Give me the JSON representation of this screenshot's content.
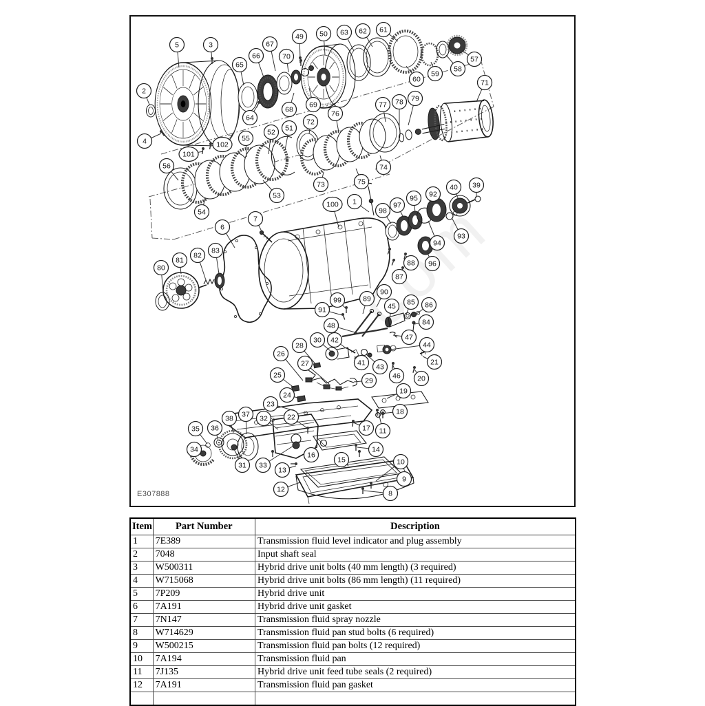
{
  "figure": {
    "figure_id": "E307888",
    "watermark": "com",
    "ink_color": "#1c1c1c",
    "table_border_color": "#000000"
  },
  "callouts": [
    [
      "1",
      515,
      293,
      536,
      308
    ],
    [
      "2",
      209,
      132,
      217,
      152
    ],
    [
      "3",
      306,
      65,
      308,
      88
    ],
    [
      "4",
      210,
      205,
      234,
      194
    ],
    [
      "5",
      257,
      65,
      260,
      98
    ],
    [
      "6",
      323,
      330,
      341,
      360
    ],
    [
      "7",
      371,
      318,
      381,
      338
    ],
    [
      "8",
      567,
      717,
      528,
      713
    ],
    [
      "9",
      587,
      696,
      540,
      705
    ],
    [
      "10",
      582,
      671,
      546,
      699
    ],
    [
      "11",
      556,
      626,
      550,
      600
    ],
    [
      "12",
      408,
      711,
      436,
      701
    ],
    [
      "13",
      410,
      683,
      430,
      677
    ],
    [
      "14",
      546,
      653,
      519,
      650
    ],
    [
      "15",
      496,
      668,
      506,
      677
    ],
    [
      "16",
      452,
      661,
      462,
      642
    ],
    [
      "17",
      532,
      622,
      513,
      614
    ],
    [
      "18",
      581,
      598,
      554,
      601
    ],
    [
      "19",
      586,
      568,
      562,
      579
    ],
    [
      "20",
      612,
      550,
      602,
      537
    ],
    [
      "21",
      631,
      526,
      614,
      518
    ],
    [
      "22",
      423,
      606,
      446,
      622
    ],
    [
      "23",
      393,
      587,
      428,
      597
    ],
    [
      "24",
      417,
      574,
      436,
      579
    ],
    [
      "25",
      403,
      545,
      428,
      564
    ],
    [
      "26",
      408,
      514,
      440,
      553
    ],
    [
      "27",
      443,
      528,
      478,
      558
    ],
    [
      "28",
      435,
      502,
      460,
      531
    ],
    [
      "29",
      536,
      553,
      514,
      555
    ],
    [
      "30",
      461,
      494,
      480,
      510
    ],
    [
      "31",
      352,
      676,
      340,
      653
    ],
    [
      "32",
      383,
      608,
      404,
      624
    ],
    [
      "33",
      382,
      676,
      426,
      648
    ],
    [
      "34",
      282,
      653,
      294,
      659
    ],
    [
      "35",
      284,
      623,
      301,
      645
    ],
    [
      "36",
      312,
      622,
      317,
      640
    ],
    [
      "37",
      357,
      602,
      358,
      631
    ],
    [
      "38",
      333,
      608,
      339,
      629
    ],
    [
      "39",
      692,
      269,
      692,
      287
    ],
    [
      "40",
      659,
      272,
      666,
      290
    ],
    [
      "41",
      525,
      527,
      515,
      518
    ],
    [
      "42",
      486,
      494,
      504,
      507
    ],
    [
      "43",
      552,
      533,
      532,
      515
    ],
    [
      "44",
      620,
      501,
      567,
      508
    ],
    [
      "45",
      569,
      445,
      566,
      463
    ],
    [
      "46",
      576,
      546,
      571,
      531
    ],
    [
      "47",
      594,
      490,
      571,
      487
    ],
    [
      "48",
      481,
      473,
      519,
      484
    ],
    [
      "49",
      435,
      53,
      436,
      86
    ],
    [
      "50",
      470,
      49,
      472,
      80
    ],
    [
      "51",
      420,
      186,
      414,
      218
    ],
    [
      "52",
      394,
      192,
      390,
      224
    ],
    [
      "53",
      402,
      284,
      382,
      262
    ],
    [
      "54",
      293,
      308,
      298,
      288
    ],
    [
      "55",
      357,
      201,
      358,
      228
    ],
    [
      "56",
      242,
      241,
      259,
      262
    ],
    [
      "57",
      689,
      86,
      671,
      73
    ],
    [
      "58",
      665,
      100,
      648,
      80
    ],
    [
      "59",
      632,
      107,
      626,
      90
    ],
    [
      "60",
      605,
      115,
      590,
      96
    ],
    [
      "61",
      557,
      43,
      578,
      60
    ],
    [
      "62",
      527,
      45,
      541,
      68
    ],
    [
      "63",
      500,
      47,
      514,
      74
    ],
    [
      "64",
      363,
      171,
      375,
      152
    ],
    [
      "65",
      348,
      94,
      354,
      124
    ],
    [
      "66",
      372,
      81,
      384,
      115
    ],
    [
      "67",
      392,
      64,
      400,
      103
    ],
    [
      "68",
      420,
      159,
      427,
      135
    ],
    [
      "69",
      455,
      152,
      449,
      128
    ],
    [
      "70",
      416,
      82,
      419,
      105
    ],
    [
      "71",
      704,
      120,
      692,
      148
    ],
    [
      "72",
      451,
      177,
      449,
      195
    ],
    [
      "73",
      466,
      268,
      470,
      250
    ],
    [
      "74",
      557,
      243,
      552,
      226
    ],
    [
      "75",
      525,
      264,
      517,
      245
    ],
    [
      "76",
      487,
      165,
      492,
      192
    ],
    [
      "77",
      556,
      152,
      560,
      177
    ],
    [
      "78",
      580,
      148,
      580,
      184
    ],
    [
      "79",
      603,
      143,
      593,
      182
    ],
    [
      "80",
      234,
      389,
      237,
      426
    ],
    [
      "81",
      261,
      378,
      263,
      398
    ],
    [
      "82",
      287,
      371,
      299,
      407
    ],
    [
      "83",
      313,
      364,
      318,
      398
    ],
    [
      "84",
      619,
      468,
      602,
      471
    ],
    [
      "85",
      597,
      439,
      590,
      457
    ],
    [
      "86",
      623,
      443,
      601,
      459
    ],
    [
      "87",
      580,
      402,
      585,
      391
    ],
    [
      "88",
      597,
      382,
      590,
      372
    ],
    [
      "89",
      533,
      434,
      527,
      456
    ],
    [
      "90",
      558,
      424,
      547,
      446
    ],
    [
      "91",
      468,
      450,
      497,
      458
    ],
    [
      "92",
      629,
      282,
      633,
      294
    ],
    [
      "93",
      670,
      343,
      657,
      318
    ],
    [
      "94",
      635,
      353,
      622,
      321
    ],
    [
      "95",
      601,
      288,
      603,
      309
    ],
    [
      "96",
      628,
      383,
      620,
      366
    ],
    [
      "97",
      577,
      298,
      586,
      316
    ],
    [
      "98",
      556,
      306,
      568,
      325
    ],
    [
      "99",
      490,
      436,
      502,
      448
    ],
    [
      "100",
      483,
      297,
      492,
      330
    ],
    [
      "101",
      274,
      224,
      295,
      220
    ],
    [
      "102",
      323,
      210,
      306,
      212
    ]
  ],
  "table": {
    "headers": [
      "Item",
      "Part Number",
      "Description"
    ],
    "rows": [
      [
        "1",
        "7E389",
        "Transmission fluid level indicator and plug assembly"
      ],
      [
        "2",
        "7048",
        "Input shaft seal"
      ],
      [
        "3",
        "W500311",
        "Hybrid drive unit bolts (40 mm length) (3 required)"
      ],
      [
        "4",
        "W715068",
        "Hybrid drive unit bolts (86 mm length) (11 required)"
      ],
      [
        "5",
        "7P209",
        "Hybrid drive unit"
      ],
      [
        "6",
        "7A191",
        "Hybrid drive unit gasket"
      ],
      [
        "7",
        "7N147",
        "Transmission fluid spray nozzle"
      ],
      [
        "8",
        "W714629",
        "Transmission fluid pan stud bolts (6 required)"
      ],
      [
        "9",
        "W500215",
        "Transmission fluid pan bolts (12 required)"
      ],
      [
        "10",
        "7A194",
        "Transmission fluid pan"
      ],
      [
        "11",
        "7J135",
        "Hybrid drive unit feed tube seals (2 required)"
      ],
      [
        "12",
        "7A191",
        "Transmission fluid pan gasket"
      ]
    ]
  }
}
